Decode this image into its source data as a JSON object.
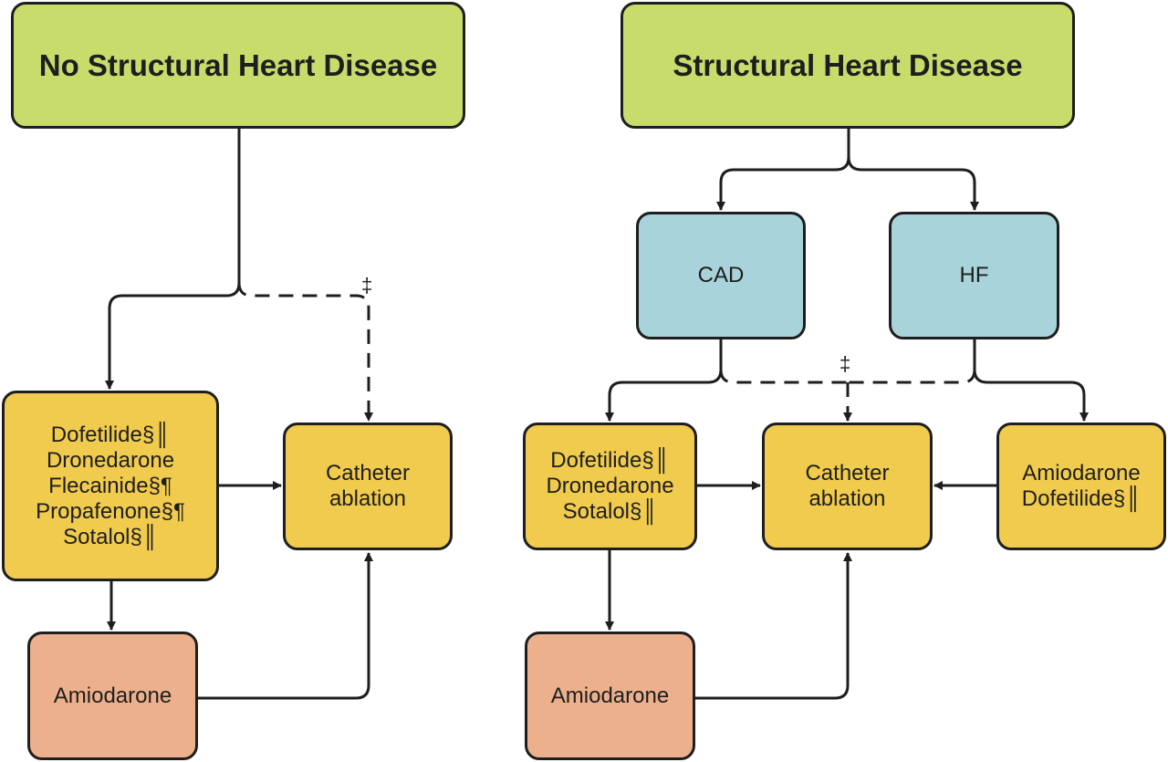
{
  "left_panel": {
    "title": "No Structural Heart Disease",
    "drugs": [
      "Dofetilide§║",
      "Dronedarone",
      "Flecainide§¶",
      "Propafenone§¶",
      "Sotalol§║"
    ],
    "ablation": [
      "Catheter",
      "ablation"
    ],
    "fallback": "Amiodarone",
    "dashed_mark": "‡"
  },
  "right_panel": {
    "title": "Structural Heart Disease",
    "cad": "CAD",
    "hf": "HF",
    "cad_drugs": [
      "Dofetilide§║",
      "Dronedarone",
      "Sotalol§║"
    ],
    "ablation": [
      "Catheter",
      "ablation"
    ],
    "hf_drugs": [
      "Amiodarone",
      "Dofetilide§║"
    ],
    "fallback": "Amiodarone",
    "dashed_mark": "‡"
  },
  "colors": {
    "header": "#c8dc6c",
    "comorbidity": "#a9d3da",
    "therapy": "#f0cb4e",
    "fallback": "#edb08c",
    "line": "#1e1e1e"
  }
}
